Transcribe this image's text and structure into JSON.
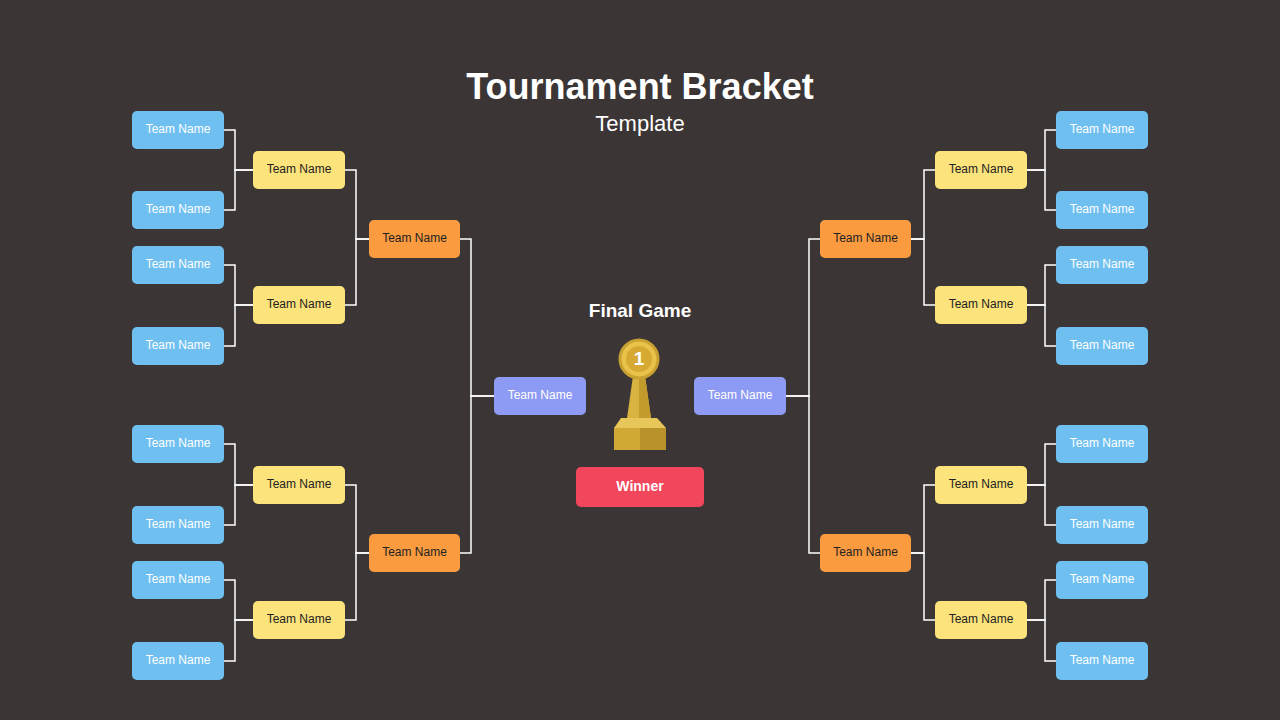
{
  "diagram": {
    "title": "Tournament Bracket",
    "nodes": [
      {
        "text": [
          "Team Name"
        ]
      },
      {
        "text": [
          "Team Name"
        ]
      },
      {
        "text": [
          "Team Name"
        ]
      },
      {
        "text": [
          "Team Name"
        ]
      },
      {
        "text": [
          "Team Name"
        ]
      },
      {
        "text": [
          "Team Name"
        ]
      },
      {
        "text": [
          "Team Name"
        ]
      },
      {
        "text": [
          "Team Name"
        ]
      },
      {
        "text": [
          "Team Name"
        ]
      },
      {
        "text": [
          "Team Name"
        ]
      },
      {
        "text": [
          "Team Name"
        ]
      },
      {
        "text": [
          "Team Name"
        ]
      },
      {
        "text": [
          "Team Name"
        ]
      },
      {
        "text": [
          "Team Name"
        ]
      },
      {
        "text": [
          "Team Name"
        ]
      },
      {
        "text": [
          "Team Name"
        ]
      },
      {
        "text": [
          "Winner"
        ]
      },
      {
        "text": [
          "Team Name"
        ]
      },
      {
        "text": [
          "Team Name"
        ]
      },
      {
        "text": [
          "Team Name"
        ]
      },
      {
        "text": [
          "Team Name"
        ]
      },
      {
        "text": [
          "Team Name"
        ]
      },
      {
        "text": [
          "Team Name"
        ]
      },
      {
        "text": [
          "Team Name"
        ]
      },
      {
        "text": [
          "Team Name"
        ]
      },
      {
        "text": [
          "Team Name"
        ]
      },
      {
        "text": [
          "Team Name"
        ]
      },
      {
        "text": [
          "Team Name"
        ]
      },
      {
        "text": [
          "Team Name"
        ]
      },
      {
        "text": [
          "Team Name"
        ]
      },
      {
        "text": [
          "Team Name"
        ]
      }
    ],
    "edges": [
      {
        "from": 0,
        "to": 8,
        "arrow": "none"
      },
      {
        "from": 1,
        "to": 8,
        "arrow": "none"
      },
      {
        "from": 2,
        "to": 9,
        "arrow": "none"
      },
      {
        "from": 3,
        "to": 9,
        "arrow": "none"
      },
      {
        "from": 4,
        "to": 10,
        "arrow": "none"
      },
      {
        "from": 5,
        "to": 10,
        "arrow": "none"
      },
      {
        "from": 6,
        "to": 11,
        "arrow": "none"
      },
      {
        "from": 7,
        "to": 11,
        "arrow": "none"
      },
      {
        "from": 8,
        "to": 12,
        "arrow": "none"
      },
      {
        "from": 9,
        "to": 12,
        "arrow": "none"
      },
      {
        "from": 10,
        "to": 13,
        "arrow": "none"
      },
      {
        "from": 11,
        "to": 13,
        "arrow": "none"
      },
      {
        "from": 12,
        "to": 14,
        "arrow": "none"
      },
      {
        "from": 13,
        "to": 14,
        "arrow": "none"
      },
      {
        "from": 17,
        "to": 15,
        "arrow": "none"
      },
      {
        "from": 18,
        "to": 15,
        "arrow": "none"
      },
      {
        "from": 19,
        "to": 17,
        "arrow": "none"
      },
      {
        "from": 20,
        "to": 17,
        "arrow": "none"
      },
      {
        "from": 21,
        "to": 18,
        "arrow": "none"
      },
      {
        "from": 22,
        "to": 18,
        "arrow": "none"
      },
      {
        "from": 23,
        "to": 19,
        "arrow": "none"
      },
      {
        "from": 24,
        "to": 19,
        "arrow": "none"
      },
      {
        "from": 25,
        "to": 20,
        "arrow": "none"
      },
      {
        "from": 26,
        "to": 20,
        "arrow": "none"
      },
      {
        "from": 27,
        "to": 21,
        "arrow": "none"
      },
      {
        "from": 28,
        "to": 21,
        "arrow": "none"
      },
      {
        "from": 29,
        "to": 22,
        "arrow": "none"
      },
      {
        "from": 30,
        "to": 22,
        "arrow": "none"
      }
    ],
    "labels": [
      "Template",
      "Final Game",
      "1"
    ]
  }
}
